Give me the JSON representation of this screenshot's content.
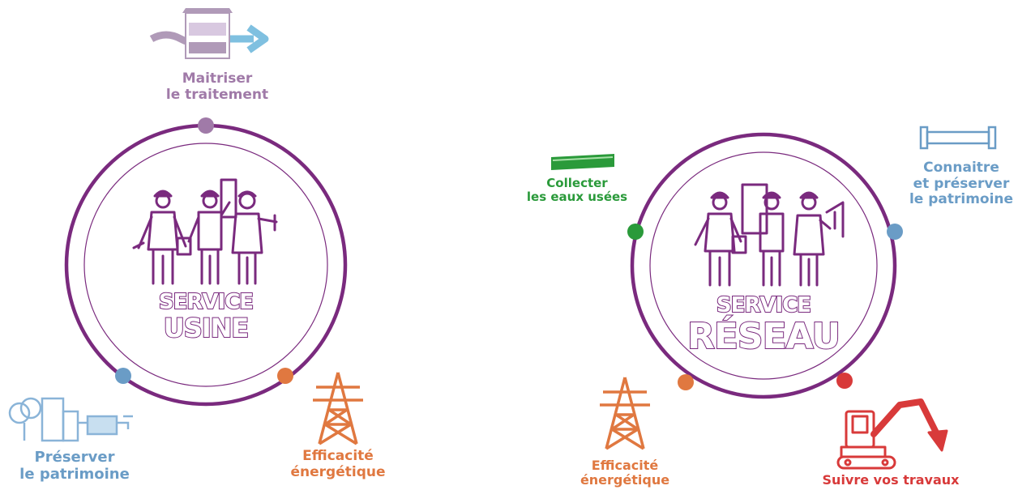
{
  "colors": {
    "ring": "#7a2a7e",
    "purple_label": "#a07aa8",
    "blue": "#6a9cc6",
    "orange": "#e07840",
    "green": "#2a9a3a",
    "red": "#d83a3a"
  },
  "usine": {
    "title_line1": "SERVICE",
    "title_line2": "USINE",
    "top": {
      "line1": "Maitriser",
      "line2": "le traitement"
    },
    "bottom_left": {
      "line1": "Préserver",
      "line2": "le patrimoine"
    },
    "bottom_right": {
      "line1": "Efficacité",
      "line2": "énergétique"
    }
  },
  "reseau": {
    "title_line1": "SERVICE",
    "title_line2": "RÉSEAU",
    "left": {
      "line1": "Collecter",
      "line2": "les eaux usées"
    },
    "right": {
      "line1": "Connaitre",
      "line2": "et préserver",
      "line3": "le patrimoine"
    },
    "bottom_left": {
      "line1": "Efficacité",
      "line2": "énergétique"
    },
    "bottom_right": {
      "line1": "Suivre vos travaux"
    }
  }
}
